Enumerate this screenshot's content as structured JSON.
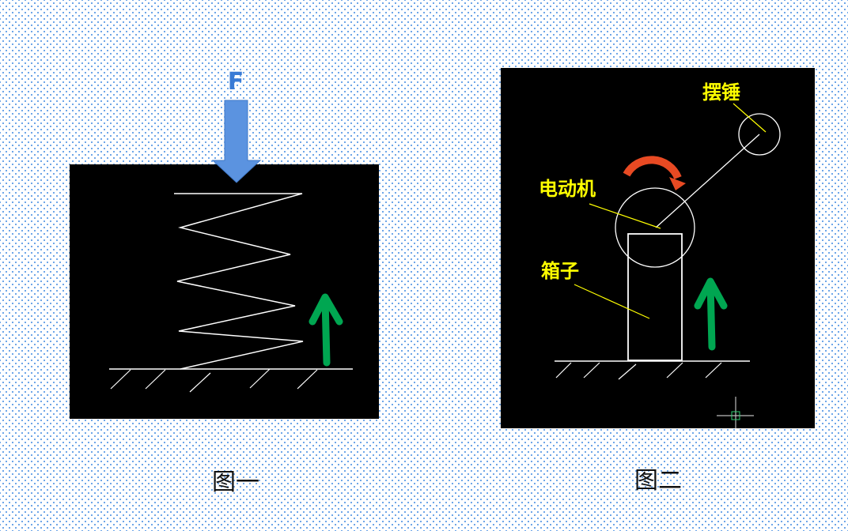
{
  "figure1": {
    "caption": "图一",
    "force_label": "F"
  },
  "figure2": {
    "caption": "图二",
    "labels": {
      "pendulum": "摆锤",
      "motor": "电动机",
      "box": "箱子"
    }
  },
  "colors": {
    "panel": "#000000",
    "line": "#ffffff",
    "green_arrow": "#00a651",
    "blue_arrow": "#5b93e0",
    "red_arrow": "#e84a23",
    "label": "#ffff00"
  }
}
